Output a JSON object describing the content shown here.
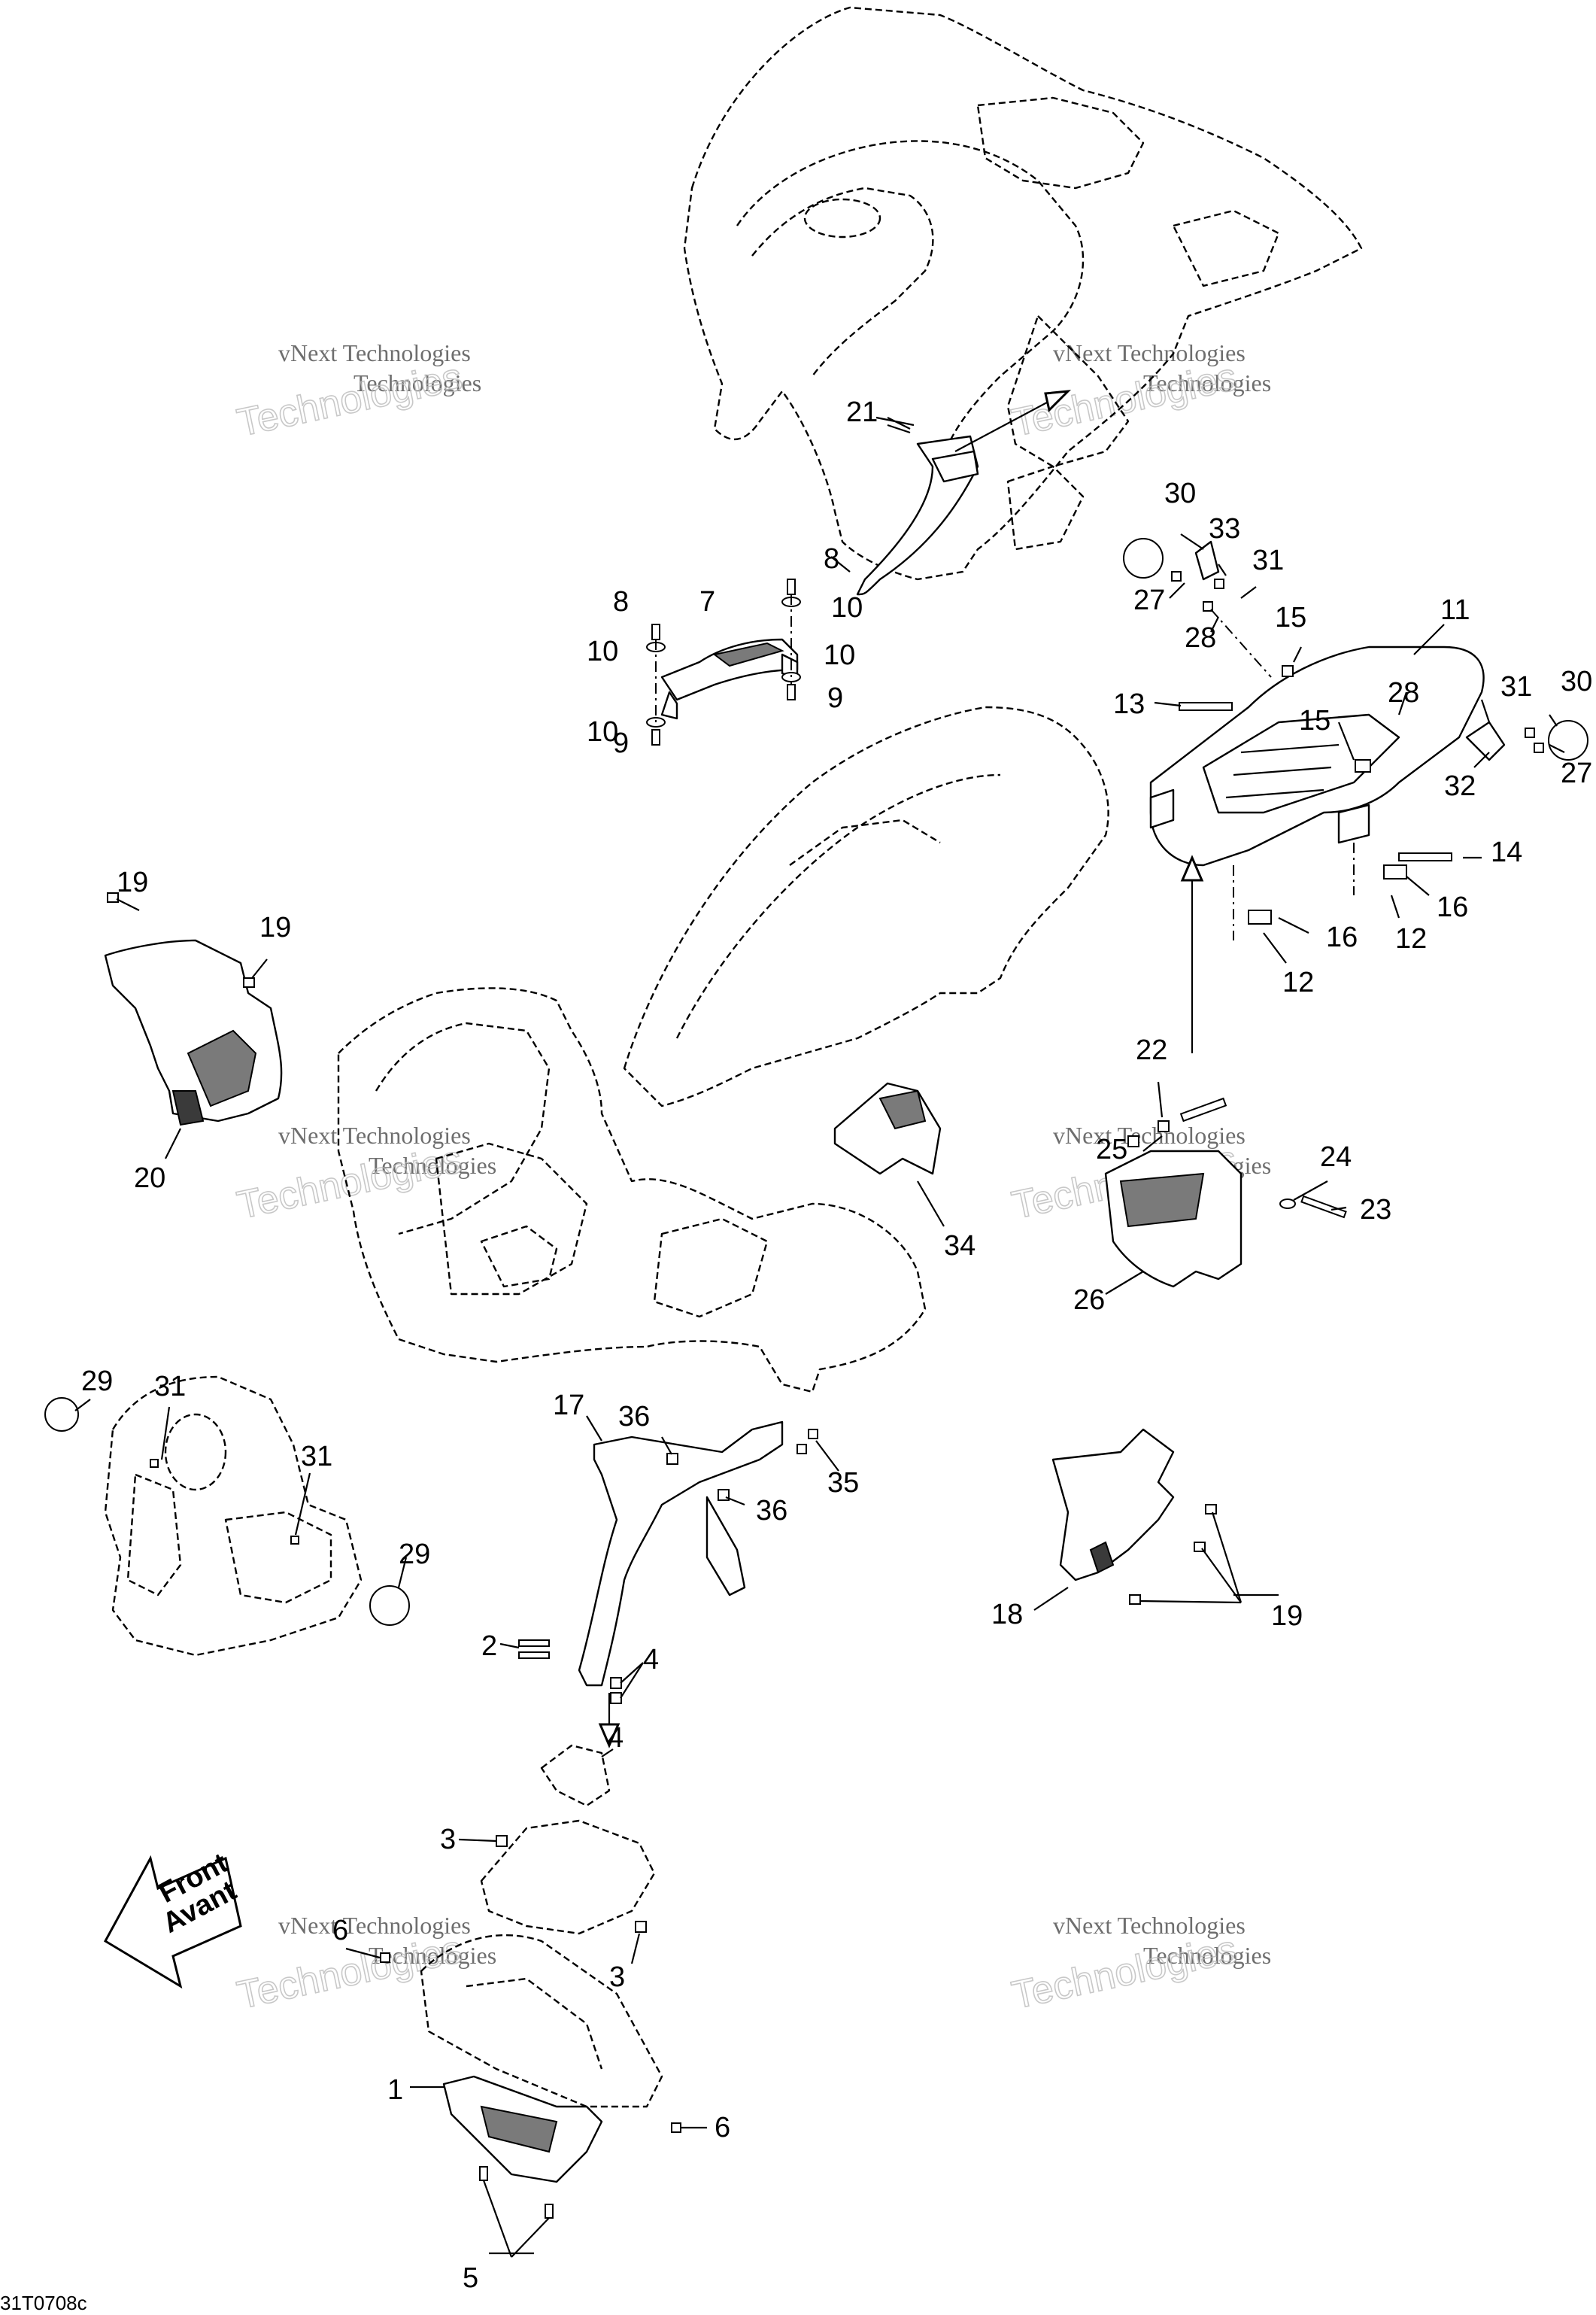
{
  "drawing_code": "31T0708c",
  "watermark": {
    "line1": "vNext Technologies",
    "line2": "Technologies"
  },
  "front_arrow": {
    "line1": "Front",
    "line2": "Avant"
  },
  "callouts": [
    {
      "id": "c21",
      "label": "21"
    },
    {
      "id": "c8a",
      "label": "8"
    },
    {
      "id": "c8b",
      "label": "8"
    },
    {
      "id": "c7",
      "label": "7"
    },
    {
      "id": "c10a",
      "label": "10"
    },
    {
      "id": "c10b",
      "label": "10"
    },
    {
      "id": "c10c",
      "label": "10"
    },
    {
      "id": "c10d",
      "label": "10"
    },
    {
      "id": "c9a",
      "label": "9"
    },
    {
      "id": "c9b",
      "label": "9"
    },
    {
      "id": "c30a",
      "label": "30"
    },
    {
      "id": "c33",
      "label": "33"
    },
    {
      "id": "c31a",
      "label": "31"
    },
    {
      "id": "c27a",
      "label": "27"
    },
    {
      "id": "c28a",
      "label": "28"
    },
    {
      "id": "c15a",
      "label": "15"
    },
    {
      "id": "c11",
      "label": "11"
    },
    {
      "id": "c13",
      "label": "13"
    },
    {
      "id": "c28b",
      "label": "28"
    },
    {
      "id": "c31b",
      "label": "31"
    },
    {
      "id": "c30b",
      "label": "30"
    },
    {
      "id": "c15b",
      "label": "15"
    },
    {
      "id": "c32",
      "label": "32"
    },
    {
      "id": "c27b",
      "label": "27"
    },
    {
      "id": "c14",
      "label": "14"
    },
    {
      "id": "c16a",
      "label": "16"
    },
    {
      "id": "c16b",
      "label": "16"
    },
    {
      "id": "c12a",
      "label": "12"
    },
    {
      "id": "c12b",
      "label": "12"
    },
    {
      "id": "c19a",
      "label": "19"
    },
    {
      "id": "c19b",
      "label": "19"
    },
    {
      "id": "c20",
      "label": "20"
    },
    {
      "id": "c22",
      "label": "22"
    },
    {
      "id": "c25",
      "label": "25"
    },
    {
      "id": "c24",
      "label": "24"
    },
    {
      "id": "c23",
      "label": "23"
    },
    {
      "id": "c26",
      "label": "26"
    },
    {
      "id": "c34",
      "label": "34"
    },
    {
      "id": "c29a",
      "label": "29"
    },
    {
      "id": "c31c",
      "label": "31"
    },
    {
      "id": "c31d",
      "label": "31"
    },
    {
      "id": "c29b",
      "label": "29"
    },
    {
      "id": "c17",
      "label": "17"
    },
    {
      "id": "c36a",
      "label": "36"
    },
    {
      "id": "c35",
      "label": "35"
    },
    {
      "id": "c36b",
      "label": "36"
    },
    {
      "id": "c18",
      "label": "18"
    },
    {
      "id": "c19c",
      "label": "19"
    },
    {
      "id": "c2",
      "label": "2"
    },
    {
      "id": "c4a",
      "label": "4"
    },
    {
      "id": "c4b",
      "label": "4"
    },
    {
      "id": "c3a",
      "label": "3"
    },
    {
      "id": "c3b",
      "label": "3"
    },
    {
      "id": "c6a",
      "label": "6"
    },
    {
      "id": "c1",
      "label": "1"
    },
    {
      "id": "c6b",
      "label": "6"
    },
    {
      "id": "c5",
      "label": "5"
    }
  ]
}
